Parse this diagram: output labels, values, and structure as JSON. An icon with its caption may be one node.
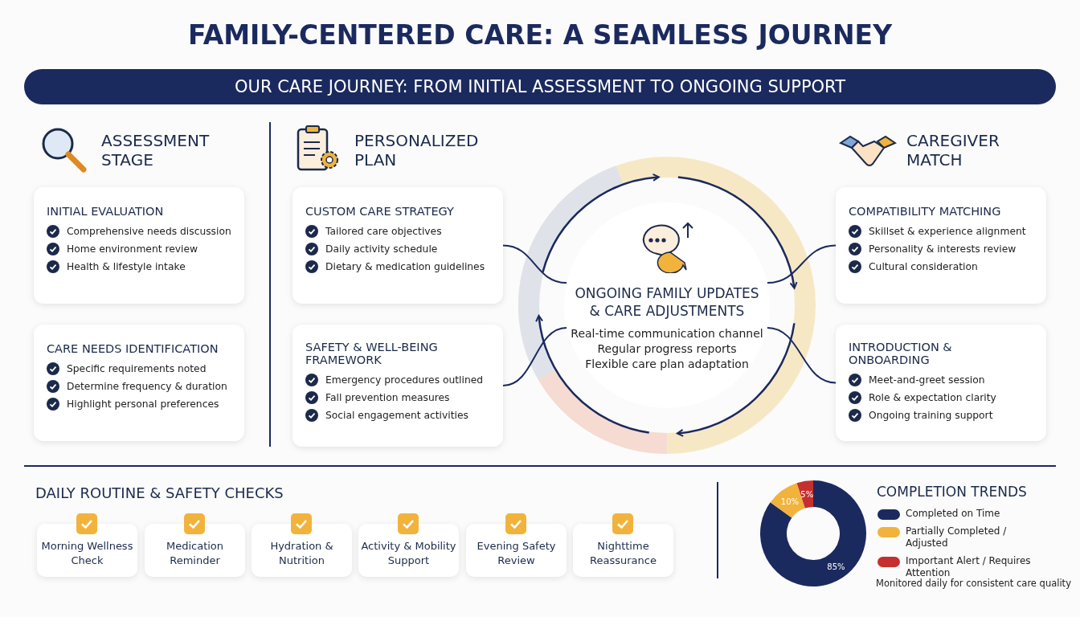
{
  "diagram": {
    "title": "FAMILY-CENTERED CARE: A SEAMLESS JOURNEY",
    "nodes": [
      {
        "text": [
          "INITIAL EVALUATION",
          "Comprehensive needs discussion",
          "Home environment review",
          "Health & lifestyle intake"
        ]
      },
      {
        "text": [
          "CARE NEEDS IDENTIFICATION",
          "Specific requirements noted",
          "Determine frequency & duration",
          "Highlight personal preferences"
        ]
      },
      {
        "text": [
          "CUSTOM CARE STRATEGY",
          "Tailored care objectives",
          "Daily activity schedule",
          "Dietary & medication guidelines"
        ]
      },
      {
        "text": [
          "SAFETY & WELL-BEING FRAMEWORK",
          "Emergency procedures outlined",
          "Fall prevention measures",
          "Social engagement activities"
        ]
      },
      {
        "text": [
          "ONGOING FAMILY UPDATES & CARE ADJUSTMENTS",
          "Real-time communication channel",
          "Regular progress reports",
          "Flexible care plan adaptation"
        ]
      },
      {
        "text": [
          "COMPATIBILITY MATCHING",
          "Skillset & experience alignment",
          "Personality & interests review",
          "Cultural consideration"
        ]
      },
      {
        "text": [
          "INTRODUCTION & ONBOARDING",
          "Meet-and-greet session",
          "Role & expectation clarity",
          "Ongoing training support"
        ]
      },
      {
        "text": [
          "Morning Wellness Check"
        ]
      },
      {
        "text": [
          "Medication Reminder"
        ]
      },
      {
        "text": [
          "Hydration & Nutrition"
        ]
      },
      {
        "text": [
          "Activity & Mobility Support"
        ]
      },
      {
        "text": [
          "Evening Safety Review"
        ]
      },
      {
        "text": [
          "Nighttime Reassurance"
        ]
      }
    ],
    "edges": [
      {
        "from": 2,
        "to": 4,
        "arrow": "none"
      },
      {
        "from": 3,
        "to": 4,
        "arrow": "none"
      },
      {
        "from": 4,
        "to": 5,
        "arrow": "none"
      },
      {
        "from": 4,
        "to": 6,
        "arrow": "none"
      }
    ],
    "labels": [
      "OUR CARE JOURNEY: FROM INITIAL ASSESSMENT TO ONGOING SUPPORT",
      "ASSESSMENT STAGE",
      "PERSONALIZED PLAN",
      "CAREGIVER MATCH",
      "DAILY ROUTINE & SAFETY CHECKS",
      "Monitored daily for consistent care quality"
    ],
    "legend": [
      {
        "text": "Completed on Time",
        "color": "#1b2a5e"
      },
      {
        "text": "Partially Completed / Adjusted",
        "color": "#f2b33d"
      },
      {
        "text": "Important Alert / Requires Attention",
        "color": "#c62f2f"
      }
    ],
    "chart_data": {
      "type": "donut",
      "title": "COMPLETION TRENDS",
      "values": [
        85,
        10,
        5
      ],
      "value_labels": [
        "85%",
        "10%",
        "5%"
      ]
    }
  }
}
